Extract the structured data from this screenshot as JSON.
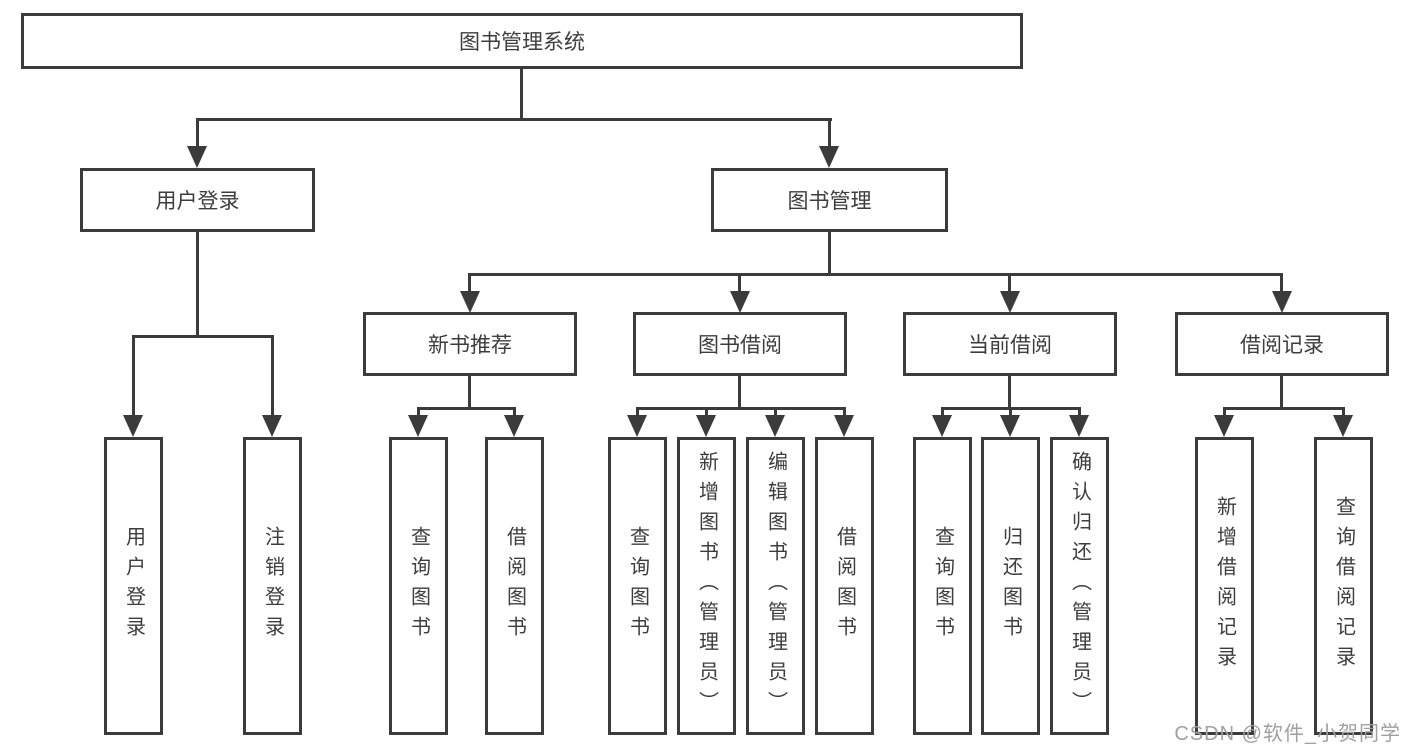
{
  "diagram": {
    "root": {
      "label": "图书管理系统"
    },
    "branches": [
      {
        "label": "用户登录",
        "leaves": [
          {
            "label": "用户登录"
          },
          {
            "label": "注销登录"
          }
        ]
      },
      {
        "label": "图书管理",
        "groups": [
          {
            "label": "新书推荐",
            "leaves": [
              {
                "label": "查询图书"
              },
              {
                "label": "借阅图书"
              }
            ]
          },
          {
            "label": "图书借阅",
            "leaves": [
              {
                "label": "查询图书"
              },
              {
                "label": "新增图书（管理员）"
              },
              {
                "label": "编辑图书（管理员）"
              },
              {
                "label": "借阅图书"
              }
            ]
          },
          {
            "label": "当前借阅",
            "leaves": [
              {
                "label": "查询图书"
              },
              {
                "label": "归还图书"
              },
              {
                "label": "确认归还（管理员）"
              }
            ]
          },
          {
            "label": "借阅记录",
            "leaves": [
              {
                "label": "新增借阅记录"
              },
              {
                "label": "查询借阅记录"
              }
            ]
          }
        ]
      }
    ]
  },
  "watermark": {
    "text": "CSDN @软件_小贺同学"
  },
  "colors": {
    "line": "#3b3b3b",
    "text": "#3d3d3d",
    "watermark": "#a0a0a0",
    "background": "#ffffff"
  }
}
